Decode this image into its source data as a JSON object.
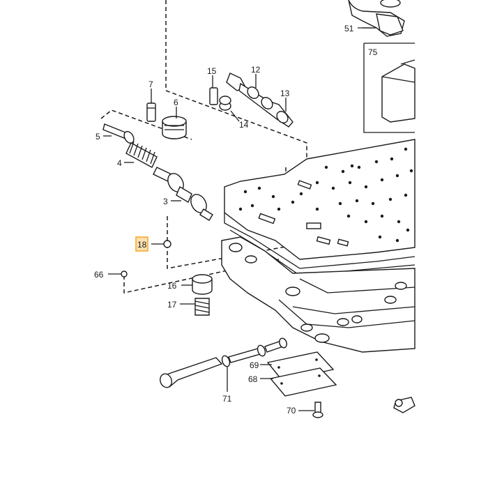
{
  "diagram": {
    "callouts": [
      {
        "id": "51",
        "label": "51"
      },
      {
        "id": "75",
        "label": "75"
      },
      {
        "id": "15",
        "label": "15"
      },
      {
        "id": "12",
        "label": "12"
      },
      {
        "id": "7",
        "label": "7"
      },
      {
        "id": "13",
        "label": "13"
      },
      {
        "id": "6",
        "label": "6"
      },
      {
        "id": "14",
        "label": "14"
      },
      {
        "id": "5",
        "label": "5"
      },
      {
        "id": "4",
        "label": "4"
      },
      {
        "id": "3",
        "label": "3"
      },
      {
        "id": "18",
        "label": "18"
      },
      {
        "id": "66",
        "label": "66"
      },
      {
        "id": "16",
        "label": "16"
      },
      {
        "id": "17",
        "label": "17"
      },
      {
        "id": "69",
        "label": "69"
      },
      {
        "id": "68",
        "label": "68"
      },
      {
        "id": "71",
        "label": "71"
      },
      {
        "id": "70",
        "label": "70"
      }
    ],
    "highlight_color": "#f5a623",
    "line_color": "#1a1a1a"
  }
}
